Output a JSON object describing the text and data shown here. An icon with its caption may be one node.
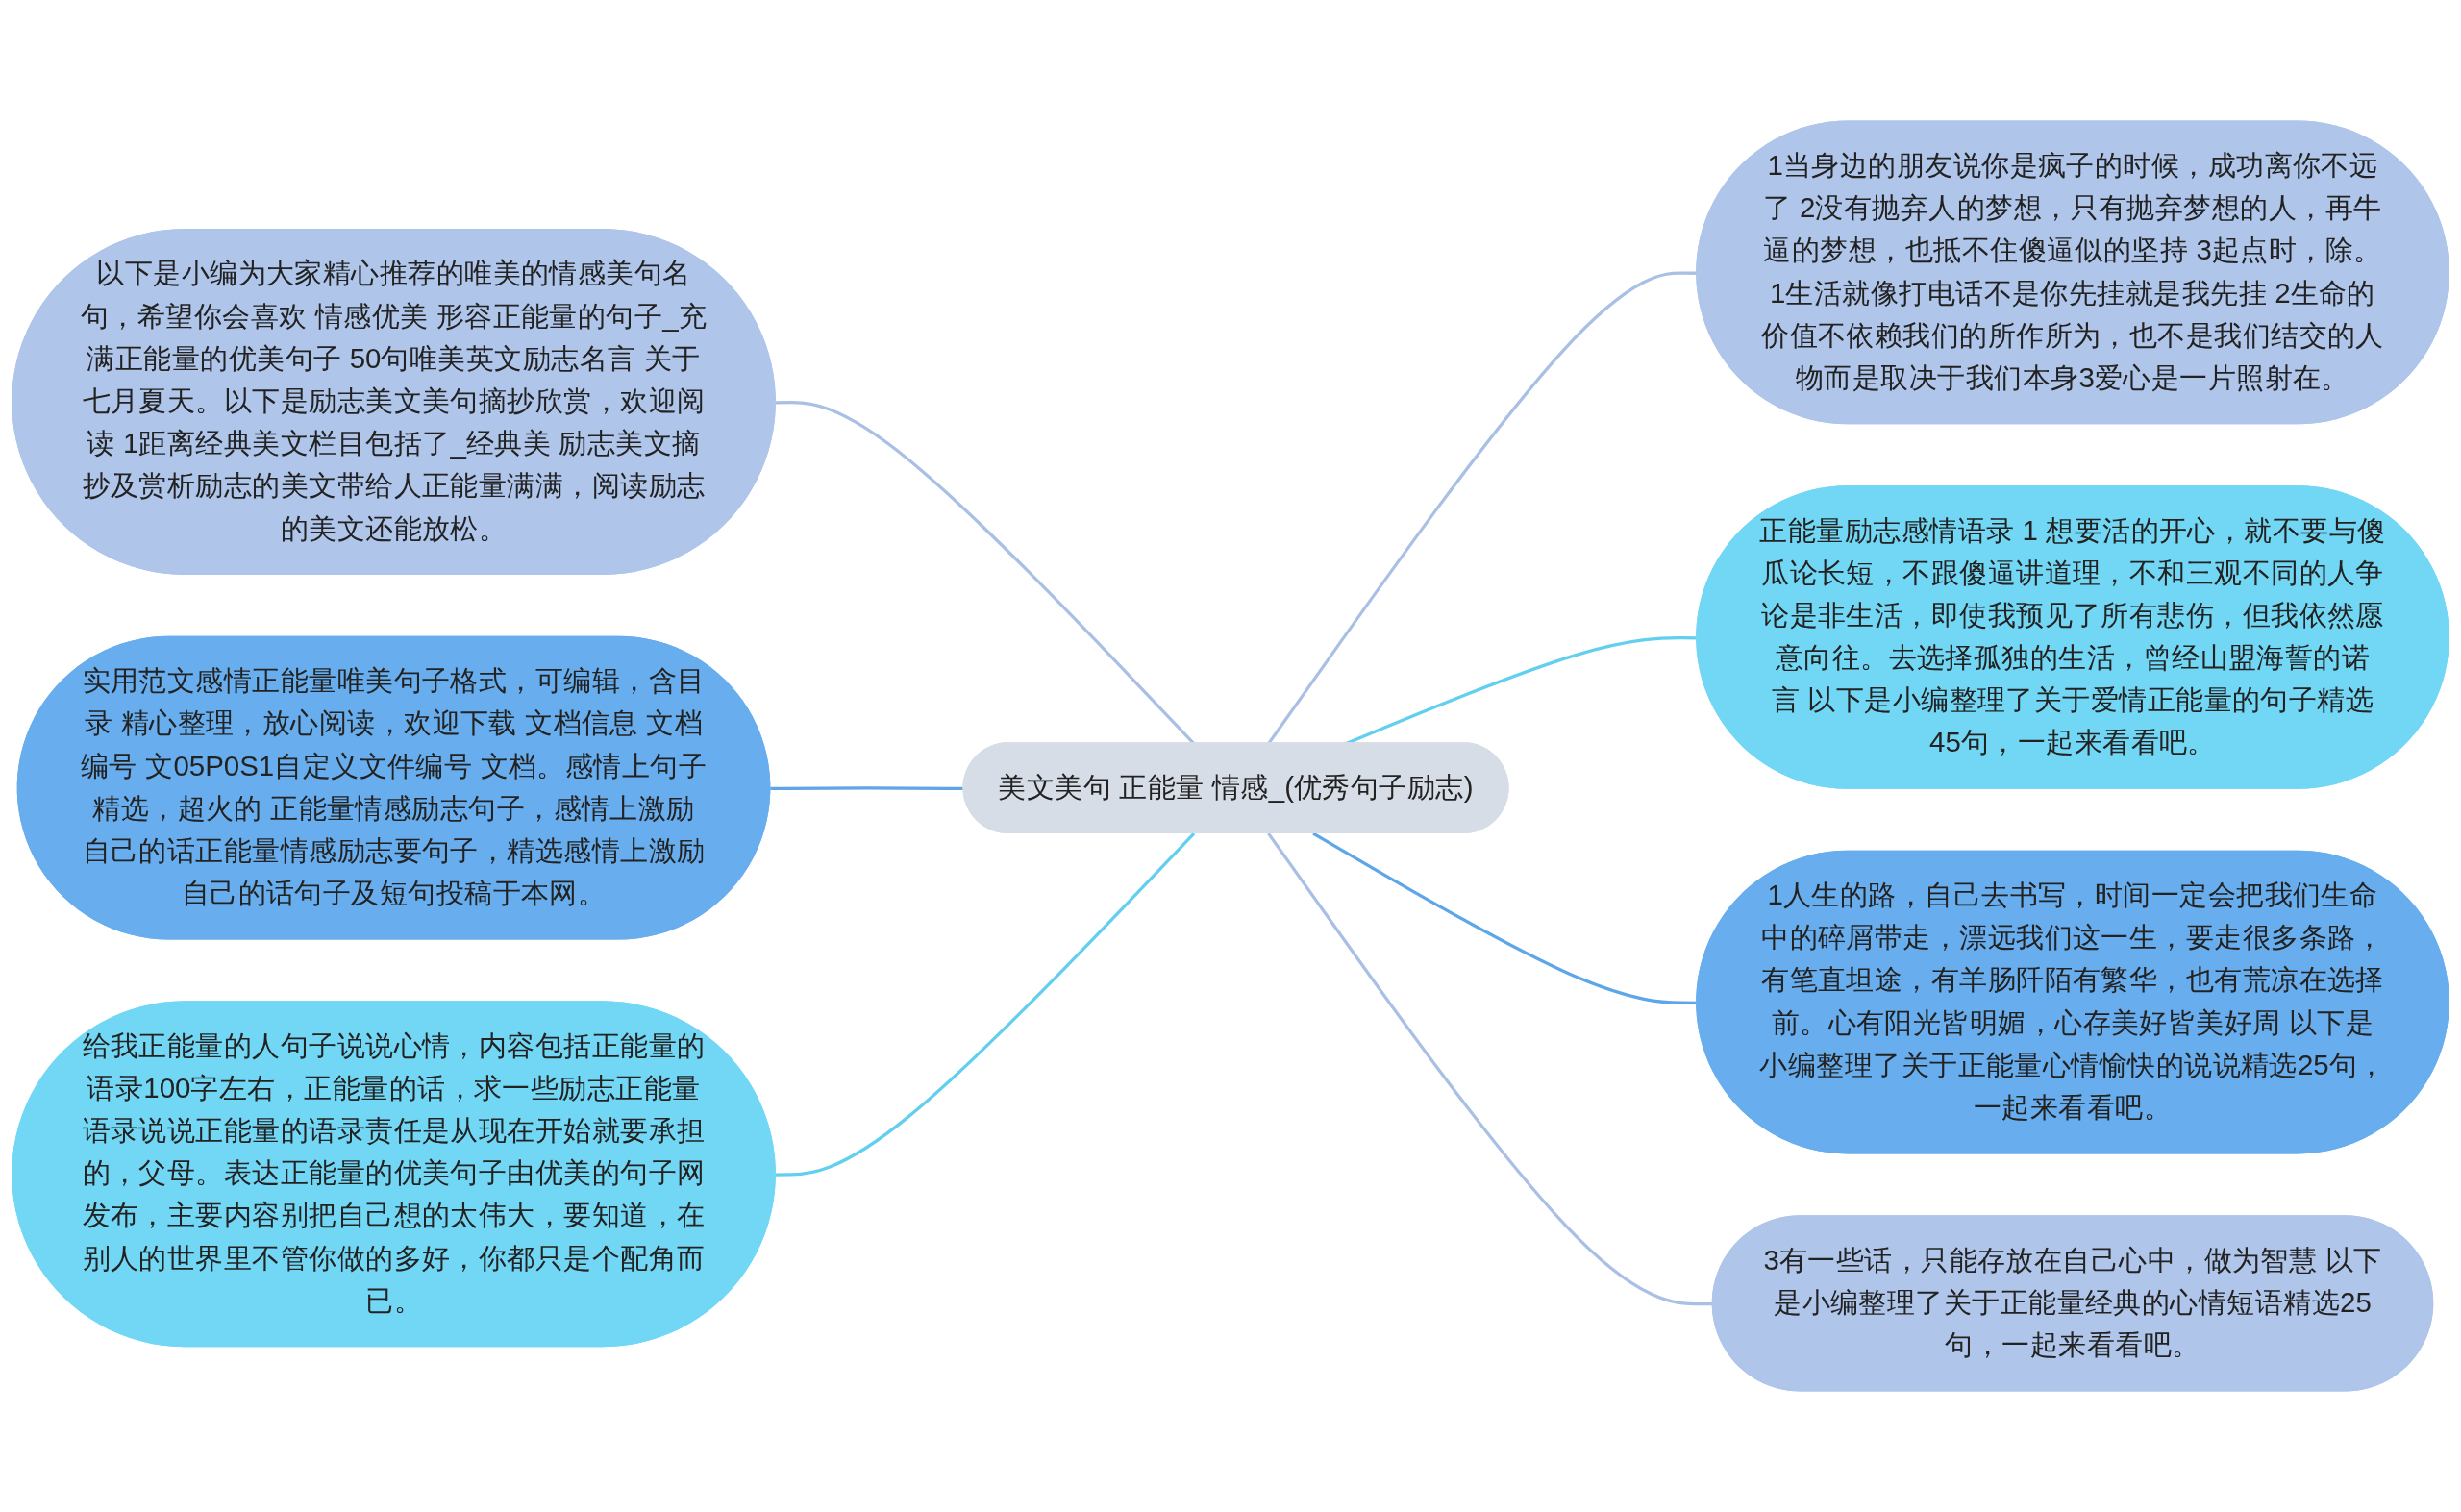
{
  "diagram": {
    "nodes": [
      {
        "text": [
          "美文美句 正能量 情感_(优秀句子励志)"
        ]
      },
      {
        "text": [
          "以下是小编为大家精心推荐的唯美的情感美句名句，希望你会喜欢 情感优美 形容正能量的句子_充满正能量的优美句子 50句唯美英文励志名言 关于七月夏天。以下是励志美文美句摘抄欣赏，欢迎阅读 1距离经典美文栏目包括了_经典美 励志美文摘抄及赏析励志的美文带给人正能量满满，阅读励志的美文还能放松。"
        ]
      },
      {
        "text": [
          "实用范文感情正能量唯美句子格式，可编辑，含目录 精心整理，放心阅读，欢迎下载 文档信息 文档编号 文05P0S1自定义文件编号 文档。感情上句子精选，超火的 正能量情感励志句子，感情上激励自己的话正能量情感励志要句子，精选感情上激励自己的话句子及短句投稿于本网。"
        ]
      },
      {
        "text": [
          "给我正能量的人句子说说心情，内容包括正能量的语录100字左右，正能量的话，求一些励志正能量语录说说正能量的语录责任是从现在开始就要承担的，父母。表达正能量的优美句子由优美的句子网发布，主要内容别把自己想的太伟大，要知道，在别人的世界里不管你做的多好，你都只是个配角而已。"
        ]
      },
      {
        "text": [
          "1当身边的朋友说你是疯子的时候，成功离你不远了 2没有抛弃人的梦想，只有抛弃梦想的人，再牛逼的梦想，也抵不住傻逼似的坚持 3起点时，除。1生活就像打电话不是你先挂就是我先挂 2生命的价值不依赖我们的所作所为，也不是我们结交的人物而是取决于我们本身3爱心是一片照射在。"
        ]
      },
      {
        "text": [
          "正能量励志感情语录 1 想要活的开心，就不要与傻瓜论长短，不跟傻逼讲道理，不和三观不同的人争论是非生活，即使我预见了所有悲伤，但我依然愿意向往。去选择孤独的生活，曾经山盟海誓的诺言 以下是小编整理了关于爱情正能量的句子精选45句，一起来看看吧。"
        ]
      },
      {
        "text": [
          "1人生的路，自己去书写，时间一定会把我们生命中的碎屑带走，漂远我们这一生，要走很多条路，有笔直坦途，有羊肠阡陌有繁华，也有荒凉在选择前。心有阳光皆明媚，心存美好皆美好周 以下是小编整理了关于正能量心情愉快的说说精选25句，一起来看看吧。"
        ]
      },
      {
        "text": [
          "3有一些话，只能存放在自己心中，做为智慧 以下是小编整理了关于正能量经典的心情短语精选25句，一起来看看吧。"
        ]
      }
    ],
    "edges": [
      {
        "from": 0,
        "to": 1,
        "arrow": "none"
      },
      {
        "from": 0,
        "to": 2,
        "arrow": "none",
        "color": "#5ea6e8"
      },
      {
        "from": 0,
        "to": 3,
        "arrow": "none",
        "color": "#63cfee"
      },
      {
        "from": 0,
        "to": 4,
        "arrow": "none"
      },
      {
        "from": 0,
        "to": 5,
        "arrow": "none",
        "color": "#63cfee"
      },
      {
        "from": 0,
        "to": 6,
        "arrow": "none",
        "color": "#5ea6e8"
      },
      {
        "from": 0,
        "to": 7,
        "arrow": "none"
      }
    ]
  }
}
